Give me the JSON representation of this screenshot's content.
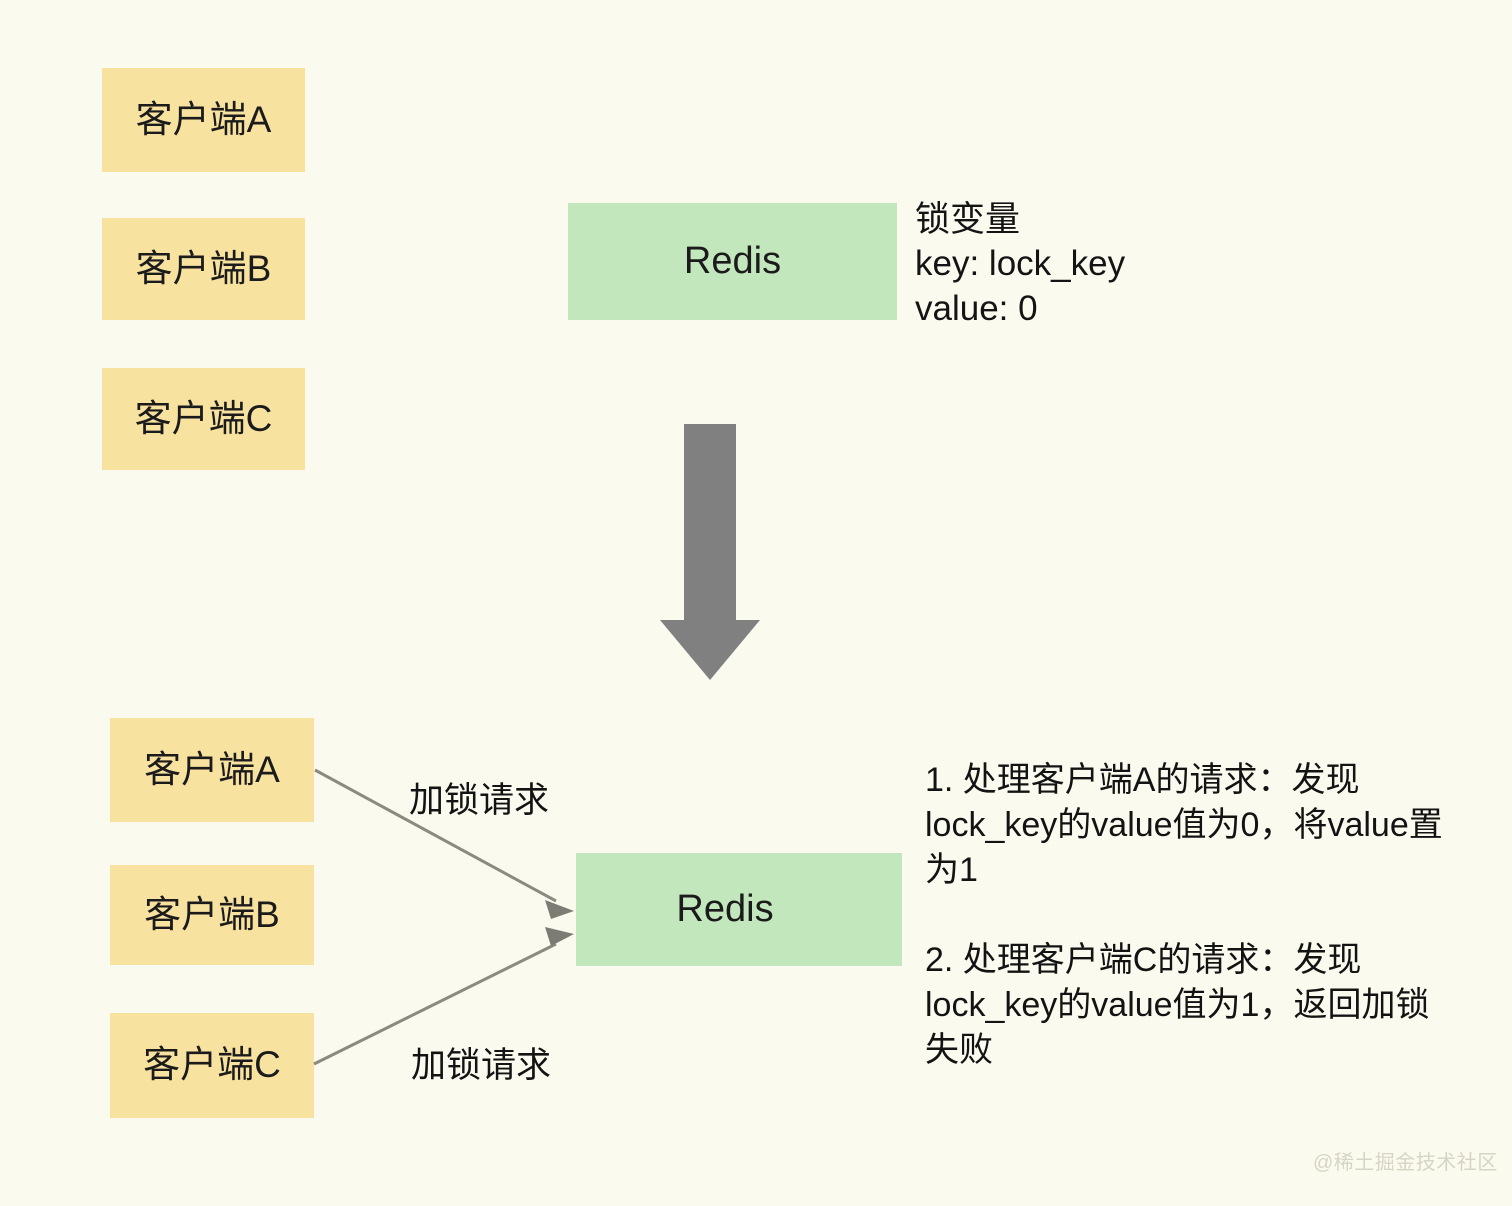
{
  "canvas": {
    "background_color": "#fbfaef",
    "client_box_color": "#f8e2a0",
    "server_box_color": "#c3e7bc",
    "arrow_color": "#808080",
    "text_color": "#131313"
  },
  "top_section": {
    "clients": [
      {
        "label": "客户端A"
      },
      {
        "label": "客户端B"
      },
      {
        "label": "客户端C"
      }
    ],
    "server": {
      "label": "Redis"
    },
    "lock_variable_note": {
      "line1": "锁变量",
      "line2": "key: lock_key",
      "line3": "value: 0"
    }
  },
  "flow_arrow": {
    "direction": "down",
    "color": "#808080"
  },
  "bottom_section": {
    "clients": [
      {
        "label": "客户端A"
      },
      {
        "label": "客户端B"
      },
      {
        "label": "客户端C"
      }
    ],
    "server": {
      "label": "Redis"
    },
    "arrow_labels": {
      "from_client_a": "加锁请求",
      "from_client_c": "加锁请求"
    },
    "steps": [
      {
        "text": "1. 处理客户端A的请求：发现lock_key的value值为0，将value置为1"
      },
      {
        "text": "2. 处理客户端C的请求：发现lock_key的value值为1，返回加锁失败"
      }
    ]
  },
  "watermark": {
    "text": "@稀土掘金技术社区"
  }
}
